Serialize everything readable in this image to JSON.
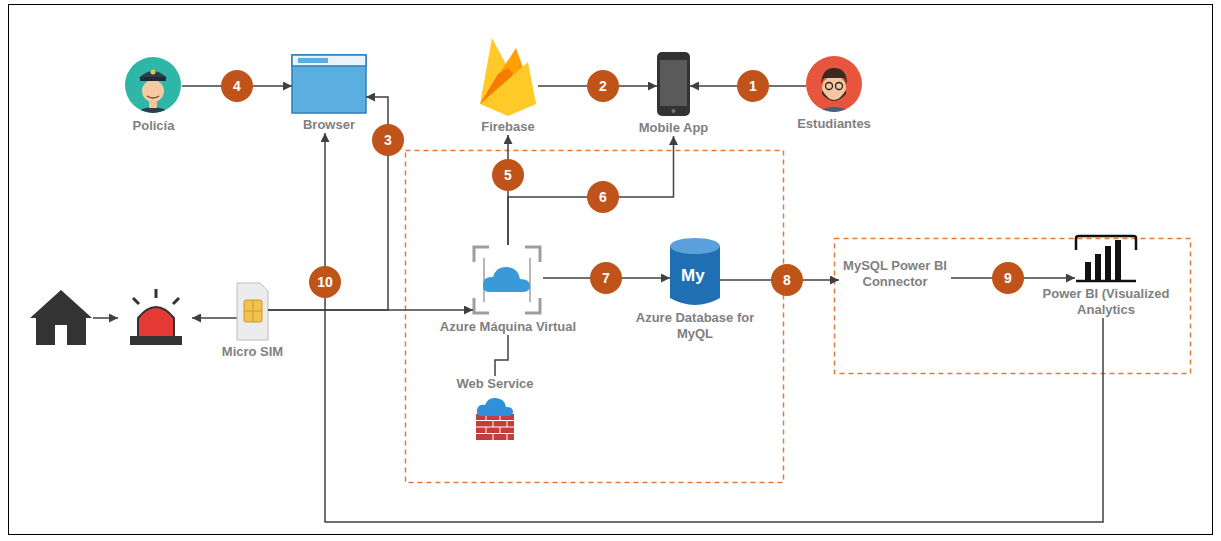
{
  "diagram": {
    "nodes": [
      {
        "text": [
          "Policía"
        ]
      },
      {
        "text": [
          "Browser"
        ]
      },
      {
        "text": [
          "Firebase"
        ]
      },
      {
        "text": [
          "Mobile App"
        ]
      },
      {
        "text": [
          "Estudiantes"
        ]
      },
      {
        "text": [
          "Micro SIM"
        ]
      },
      {
        "text": [
          "Azure Máquina Virtual"
        ]
      },
      {
        "text": [
          "Web Service"
        ]
      },
      {
        "text": [
          "Azure Database for MyQL"
        ]
      },
      {
        "text": [
          "MySQL Power BI Connector"
        ]
      },
      {
        "text": [
          "Power BI (Visualized Analytics"
        ]
      }
    ],
    "edges": [
      {
        "from": 0,
        "to": 1,
        "arrow": "to",
        "label": "4"
      },
      {
        "from": 2,
        "to": 3,
        "arrow": "to",
        "label": "2"
      },
      {
        "from": 4,
        "to": 3,
        "arrow": "to",
        "label": "1"
      },
      {
        "from": 5,
        "to": 1,
        "arrow": "to",
        "label": "3"
      },
      {
        "from": 5,
        "to": 6,
        "arrow": "to"
      },
      {
        "from": 6,
        "to": 2,
        "arrow": "to",
        "label": "5"
      },
      {
        "from": 6,
        "to": 3,
        "arrow": "to",
        "label": "6"
      },
      {
        "from": 6,
        "to": 7,
        "arrow": "none"
      },
      {
        "from": 6,
        "to": 8,
        "arrow": "to",
        "label": "7"
      },
      {
        "from": 8,
        "to": 9,
        "arrow": "to",
        "label": "8"
      },
      {
        "from": 9,
        "to": 10,
        "arrow": "to",
        "label": "9"
      },
      {
        "from": 10,
        "to": 1,
        "arrow": "to",
        "label": "10"
      }
    ],
    "labels": [
      "My"
    ]
  }
}
